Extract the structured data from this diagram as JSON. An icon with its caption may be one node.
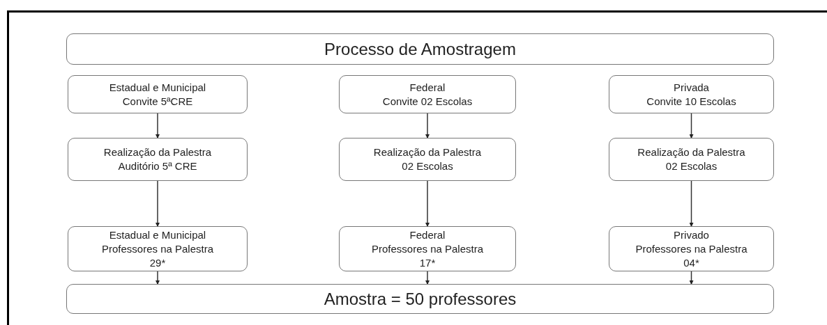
{
  "diagram": {
    "nodes": [
      {
        "text": [
          "Processo de Amostragem"
        ]
      },
      {
        "text": [
          "Estadual e Municipal",
          "Convite 5ªCRE"
        ]
      },
      {
        "text": [
          "Federal",
          "Convite 02 Escolas"
        ]
      },
      {
        "text": [
          "Privada",
          "Convite 10 Escolas"
        ]
      },
      {
        "text": [
          "Realização da Palestra",
          "Auditório 5ª CRE"
        ]
      },
      {
        "text": [
          "Realização da Palestra",
          "02 Escolas"
        ]
      },
      {
        "text": [
          "Realização da Palestra",
          "02 Escolas"
        ]
      },
      {
        "text": [
          "Estadual e Municipal",
          "Professores na Palestra",
          "29*"
        ]
      },
      {
        "text": [
          "Federal",
          "Professores na Palestra",
          "17*"
        ]
      },
      {
        "text": [
          "Privado",
          "Professores na Palestra",
          "04*"
        ]
      },
      {
        "text": [
          "Amostra = 50 professores"
        ]
      }
    ],
    "edges": [
      {
        "from": 1,
        "to": 4,
        "arrow": "to"
      },
      {
        "from": 2,
        "to": 5,
        "arrow": "to"
      },
      {
        "from": 3,
        "to": 6,
        "arrow": "to"
      },
      {
        "from": 4,
        "to": 7,
        "arrow": "to"
      },
      {
        "from": 5,
        "to": 8,
        "arrow": "to"
      },
      {
        "from": 6,
        "to": 9,
        "arrow": "to"
      },
      {
        "from": 7,
        "to": 10,
        "arrow": "to"
      },
      {
        "from": 8,
        "to": 10,
        "arrow": "to"
      },
      {
        "from": 9,
        "to": 10,
        "arrow": "to"
      }
    ]
  }
}
